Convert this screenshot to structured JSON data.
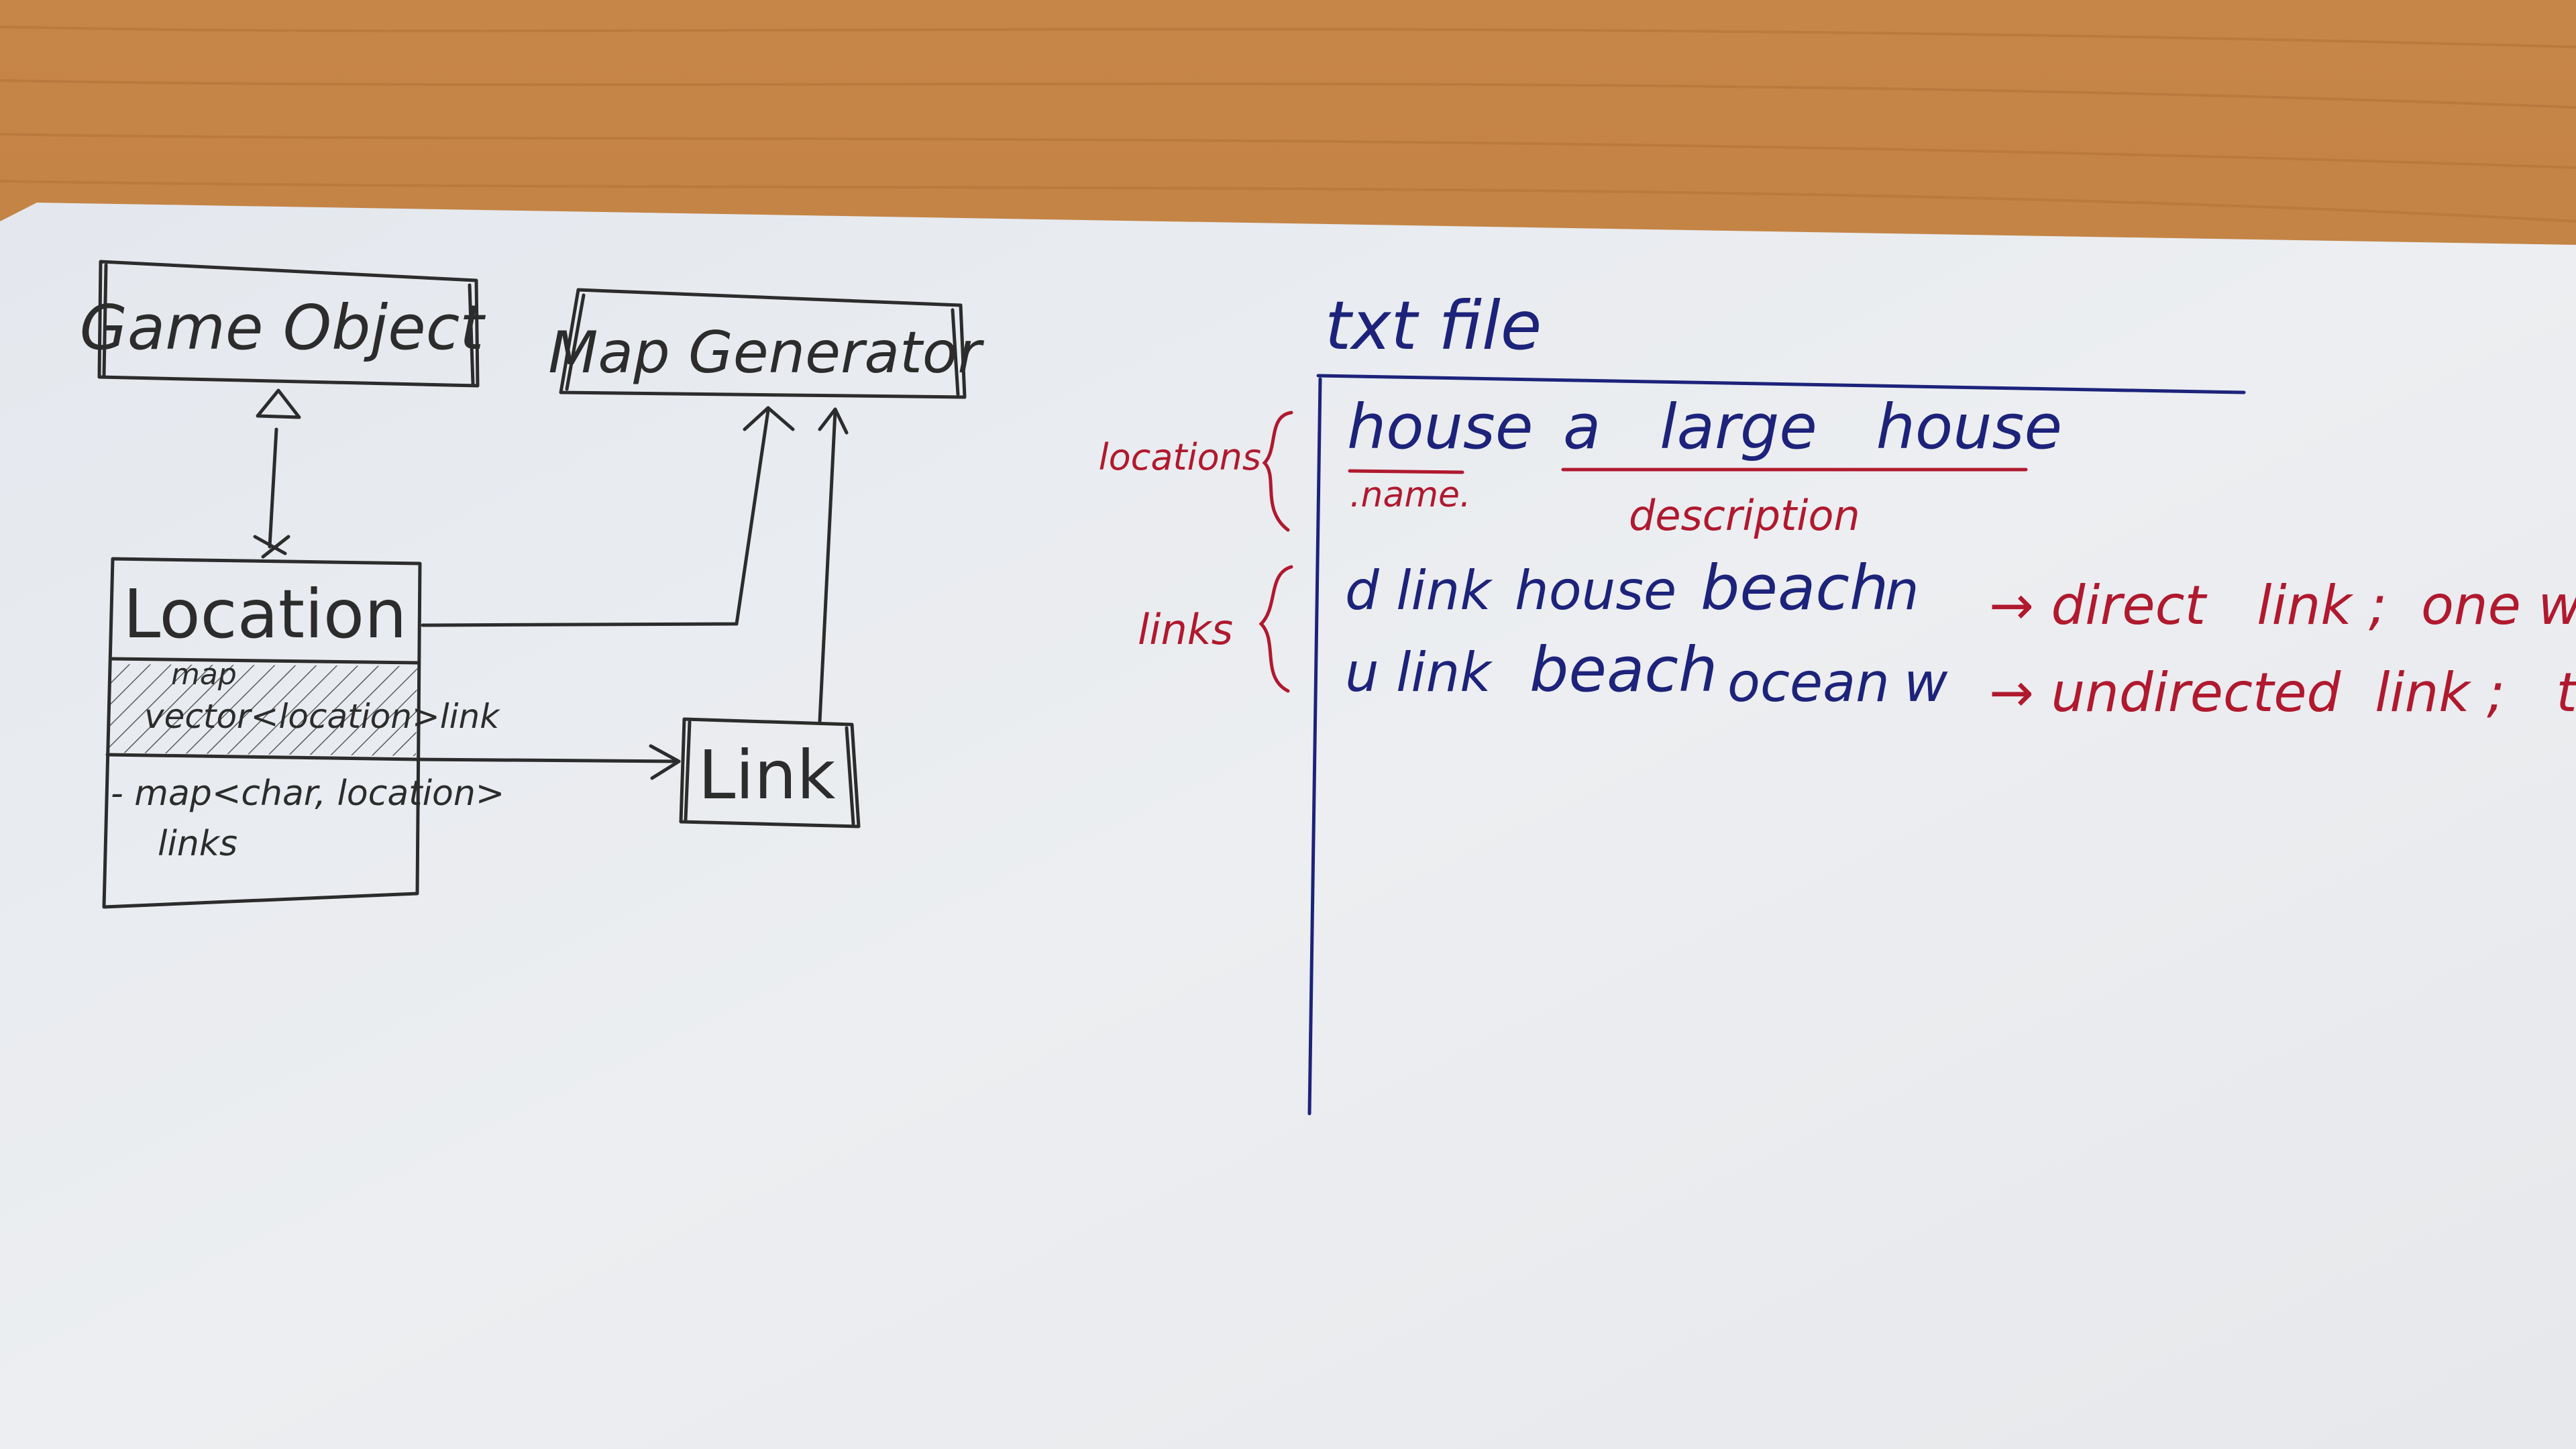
{
  "uml": {
    "game_object": "Game Object",
    "map_generator": "Map Generator",
    "location": "Location",
    "location_attr_crossed_1": "map",
    "location_attr_crossed_2": "vector<location>link",
    "location_attr_line1": "- map<char, location>",
    "location_attr_line2": "links",
    "link": "Link"
  },
  "txt_file": {
    "title": "txt file",
    "row1": {
      "name": "house",
      "description": "a   large   house"
    },
    "row1_labels": {
      "name": ".name.",
      "description": "description"
    },
    "locations_label": "locations",
    "links_label": "links",
    "row2": {
      "type": "d link",
      "from": "house",
      "to": "beach",
      "dir": "n",
      "note": "→ direct   link ;  one w"
    },
    "row3": {
      "type": "u link",
      "from": "beach",
      "to": "ocean",
      "dir": "w",
      "note": "→ undirected  link ;   two"
    }
  },
  "colors": {
    "ink_black": "#2c2c2c",
    "ink_blue": "#1d237a",
    "ink_red": "#b0192e",
    "paper": "#e9ecef",
    "desk": "#c98a4e"
  }
}
